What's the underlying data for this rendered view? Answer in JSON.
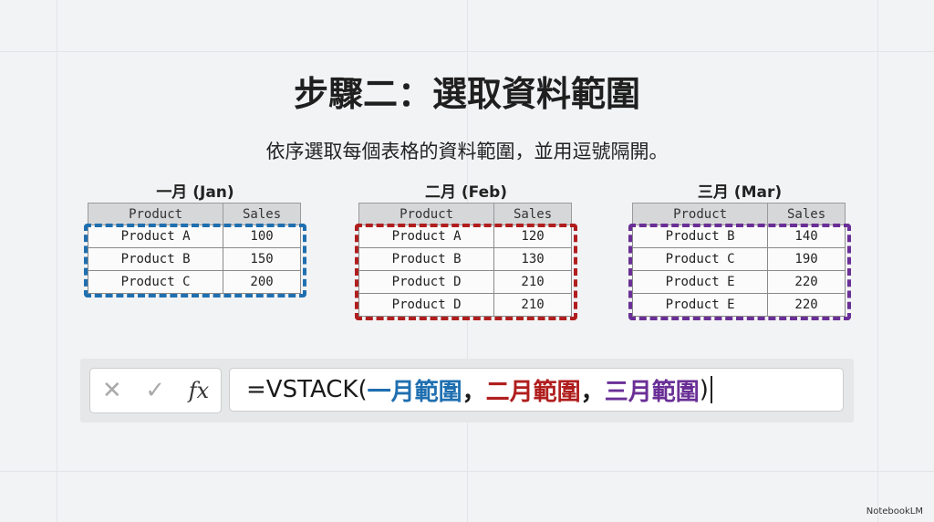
{
  "title": "步驟二：選取資料範圍",
  "subtitle": "依序選取每個表格的資料範圍，並用逗號隔開。",
  "colors": {
    "jan": "#1f6fb0",
    "feb": "#b01e1e",
    "mar": "#6a2f96"
  },
  "tables": [
    {
      "label": "一月 (Jan)",
      "headers": [
        "Product",
        "Sales"
      ],
      "rows": [
        [
          "Product A",
          "100"
        ],
        [
          "Product B",
          "150"
        ],
        [
          "Product C",
          "200"
        ]
      ]
    },
    {
      "label": "二月 (Feb)",
      "headers": [
        "Product",
        "Sales"
      ],
      "rows": [
        [
          "Product A",
          "120"
        ],
        [
          "Product B",
          "130"
        ],
        [
          "Product D",
          "210"
        ],
        [
          "Product D",
          "210"
        ]
      ]
    },
    {
      "label": "三月 (Mar)",
      "headers": [
        "Product",
        "Sales"
      ],
      "rows": [
        [
          "Product B",
          "140"
        ],
        [
          "Product C",
          "190"
        ],
        [
          "Product E",
          "220"
        ],
        [
          "Product E",
          "220"
        ]
      ]
    }
  ],
  "formula_bar": {
    "cancel": "✕",
    "confirm": "✓",
    "fx": "fx",
    "prefix": "=VSTACK(",
    "arg1": "一月範圍",
    "sep1": "，",
    "arg2": "二月範圍",
    "sep2": "，",
    "arg3": "三月範圍",
    "suffix": ")"
  },
  "brand": "NotebookLM"
}
